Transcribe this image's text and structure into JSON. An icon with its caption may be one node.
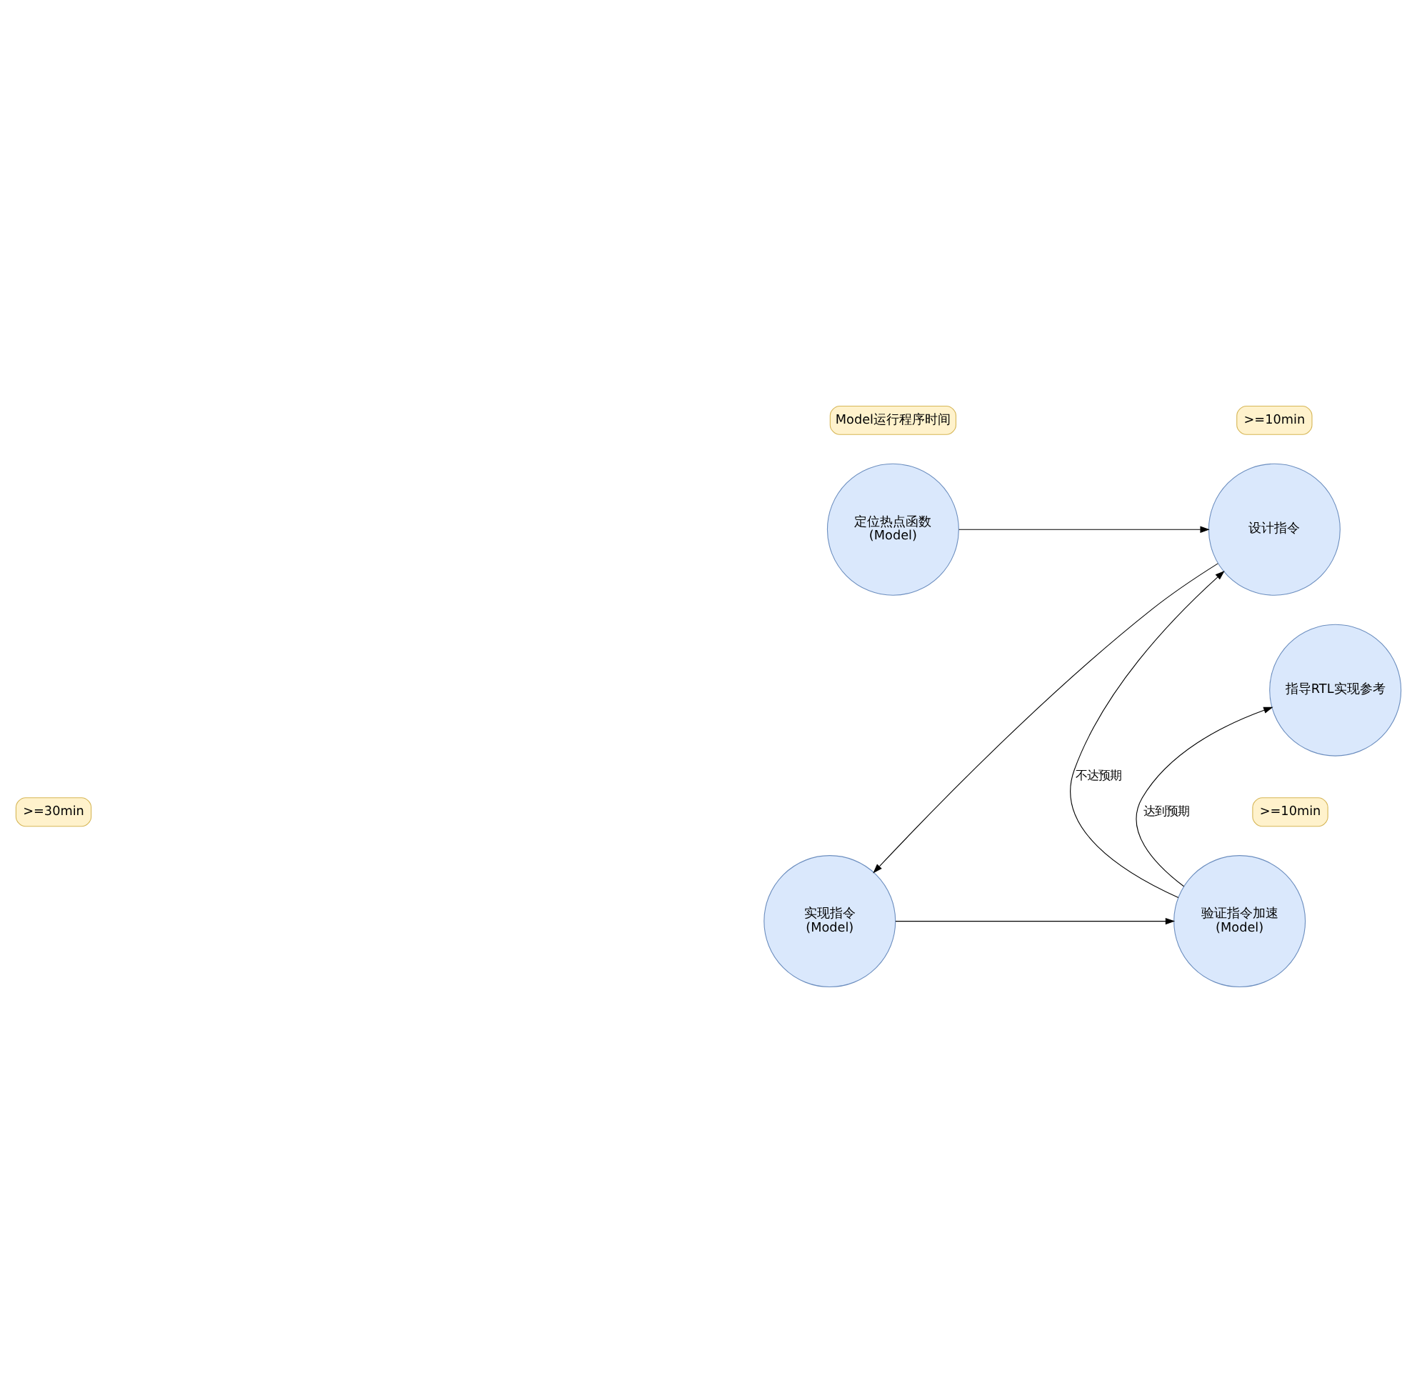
{
  "diagram": {
    "nodes": [
      {
        "text": [
          "Model运行程序时间"
        ]
      },
      {
        "text": [
          ">=10min"
        ]
      },
      {
        "text": [
          "定位热点函数 (Model)"
        ]
      },
      {
        "text": [
          "设计指令"
        ]
      },
      {
        "text": [
          "指导RTL实现参考"
        ]
      },
      {
        "text": [
          ">=10min"
        ]
      },
      {
        "text": [
          ">=30min"
        ]
      },
      {
        "text": [
          "验证指令加速 (Model)"
        ]
      },
      {
        "text": [
          "实现指令 (Model)"
        ]
      }
    ],
    "edges": [
      {
        "from": 2,
        "to": 3,
        "arrow": "to"
      },
      {
        "from": 3,
        "to": 8,
        "arrow": "to"
      },
      {
        "from": 8,
        "to": 7,
        "arrow": "to"
      },
      {
        "from": 7,
        "to": 4,
        "arrow": "to",
        "label": "达到预期"
      },
      {
        "from": 7,
        "to": 3,
        "arrow": "to",
        "label": "不达预期"
      }
    ]
  }
}
